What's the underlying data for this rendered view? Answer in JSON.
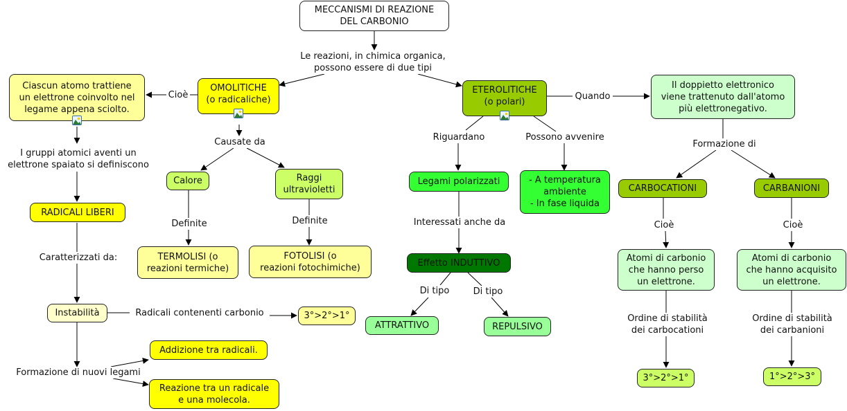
{
  "title": "MECCANISMI DI REAZIONE\nDEL CARBONIO",
  "nodes": {
    "omolitiche": "OMOLITICHE\n(o radicaliche)",
    "eterolitiche": "ETEROLITICHE\n(o polari)",
    "ciascun_atomo": "Ciascun atomo trattiene\nun elettrone coinvolto nel\nlegame appena sciolto.",
    "doppietto": "Il doppietto elettronico\nviene trattenuto dall'atomo\npiù elettronegativo.",
    "radicali_liberi": "RADICALI LIBERI",
    "calore": "Calore",
    "raggi_uv": "Raggi\nultravioletti",
    "termolisi": "TERMOLISI (o\nreazioni termiche)",
    "fotolisi": "FOTOLISI (o\nreazioni fotochimiche)",
    "instabilita": "Instabilità",
    "ordine_radicali": "3°>2°>1°",
    "addizione": "Addizione tra radicali.",
    "reazione_radicale": "Reazione tra un radicale\ne una molecola.",
    "legami_polarizzati": "Legami polarizzati",
    "condizioni": "- A temperatura\nambiente\n- In fase liquida",
    "effetto_induttivo": "Effetto INDUTTIVO",
    "attrattivo": "ATTRATTIVO",
    "repulsivo": "REPULSIVO",
    "carbocationi": "CARBOCATIONI",
    "carbanioni": "CARBANIONI",
    "carbocationi_def": "Atomi di carbonio\nche hanno perso\nun elettrone.",
    "carbanioni_def": "Atomi di carbonio\nche hanno acquisito\nun elettrone.",
    "ordine_carbocationi": "3°>2°>1°",
    "ordine_carbanioni": "1°>2°>3°"
  },
  "links": {
    "due_tipi": "Le reazioni, in chimica organica,\npossono essere di due tipi",
    "cioe_left": "Cioè",
    "quando": "Quando",
    "gruppi_atomici": "I gruppi atomici aventi un\nelettrone spaiato si definiscono",
    "causate_da": "Causate da",
    "definite_1": "Definite",
    "definite_2": "Definite",
    "caratterizzati": "Caratterizzati da:",
    "radicali_carbonio": "Radicali contenenti carbonio",
    "nuovi_legami": "Formazione di nuovi legami",
    "riguardano": "Riguardano",
    "possono_avvenire": "Possono avvenire",
    "interessati": "Interessati anche da",
    "di_tipo_1": "Di tipo",
    "di_tipo_2": "Di tipo",
    "formazione_di": "Formazione di",
    "cioe_carbocationi": "Cioè",
    "cioe_carbanioni": "Cioè",
    "ordine_stab_carbocationi": "Ordine di stabilità\ndei carbocationi",
    "ordine_stab_carbanioni": "Ordine di stabilità\ndei carbanioni"
  },
  "icons": [
    "image-attachment-icon",
    "image-attachment-icon",
    "image-attachment-icon"
  ]
}
